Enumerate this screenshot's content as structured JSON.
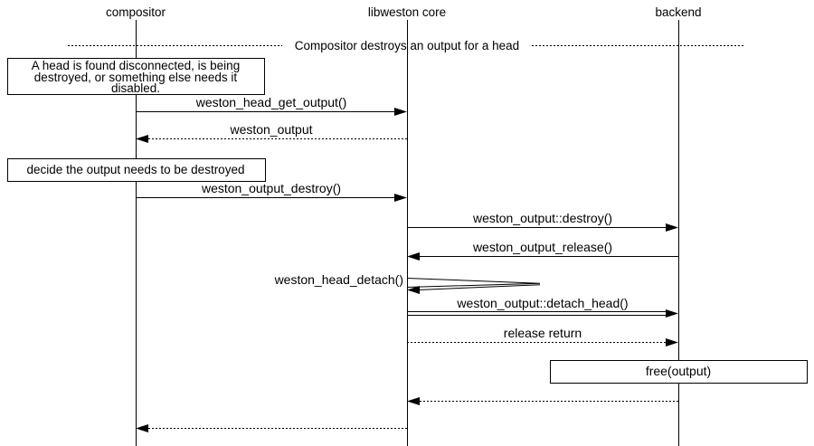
{
  "participants": [
    {
      "label": "compositor"
    },
    {
      "label": "libweston core"
    },
    {
      "label": "backend"
    }
  ],
  "divider_label": "Compositor destroys an output for a head",
  "note_disconnected": {
    "lines": [
      "A head is found disconnected, is being",
      "destroyed, or something else needs it",
      "disabled."
    ]
  },
  "note_decide": "decide the output needs to be destroyed",
  "messages": {
    "head_get_output": "weston_head_get_output()",
    "weston_output_return": "weston_output",
    "output_destroy": "weston_output_destroy()",
    "output_destroy_vfunc": "weston_output::destroy()",
    "output_release": "weston_output_release()",
    "head_detach": "weston_head_detach()",
    "output_detach_head": "weston_output::detach_head()",
    "release_return": "release return",
    "free_output": "free(output)"
  },
  "colors": {
    "line": "#000000",
    "background": "#ffffff"
  }
}
